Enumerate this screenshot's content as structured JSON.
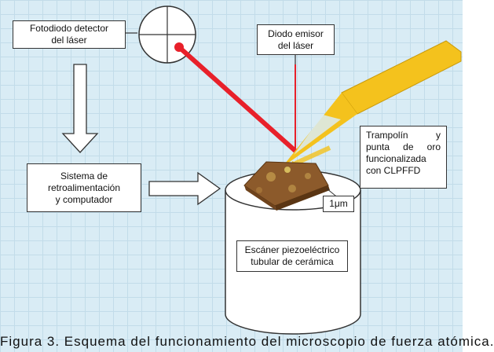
{
  "labels": {
    "photodiode": [
      "Fotodiodo detector",
      "del láser"
    ],
    "laser_diode": [
      "Diodo emisor",
      "del láser"
    ],
    "feedback": [
      "Sistema de",
      "retroalimentación",
      "y computador"
    ],
    "cantilever": [
      "Trampolín y",
      "punta de oro",
      "funcionalizada",
      "con CLPFFD"
    ],
    "scale": "1μm",
    "scanner": [
      "Escáner piezoeléctrico",
      "tubular de cerámica"
    ]
  },
  "caption": "Figura 3. Esquema del funcionamiento del microscopio de fuerza atómica.",
  "colors": {
    "laser": "#e8202a",
    "cantilever": "#f4c21d",
    "sample": "#8c5a2b",
    "grid": "#c2dce9",
    "background": "#d9ecf5"
  }
}
